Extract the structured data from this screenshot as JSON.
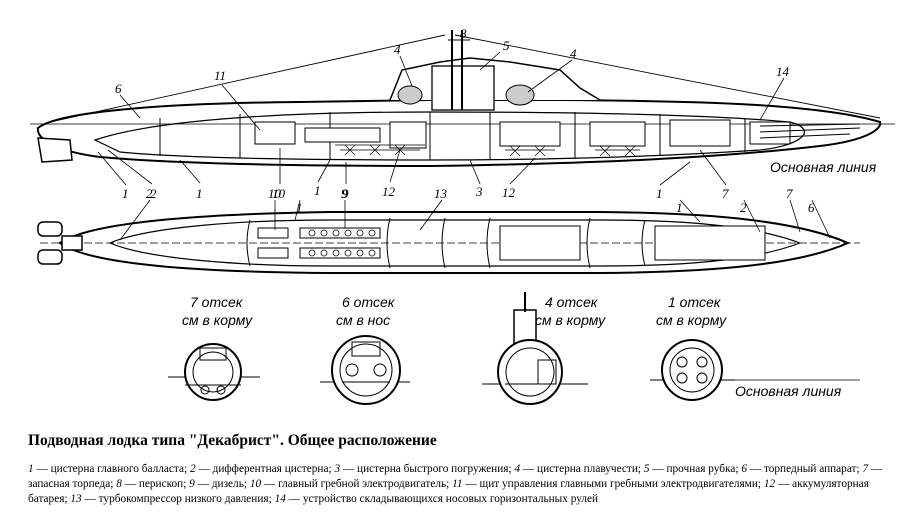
{
  "caption": "Подводная лодка типа \"Декабрист\". Общее расположение",
  "baseline_label_top": "Основная линия",
  "baseline_label_bottom": "Основная линия",
  "side_view_numbers": [
    "6",
    "11",
    "4",
    "8",
    "5",
    "4",
    "14",
    "1",
    "2",
    "1",
    "10",
    "1",
    "9",
    "12",
    "3",
    "12",
    "1",
    "7"
  ],
  "plan_view_numbers": [
    "2",
    "10",
    "1",
    "9",
    "13",
    "1",
    "2",
    "7",
    "6"
  ],
  "sections": [
    {
      "line1": "7 отсек",
      "line2": "см в корму"
    },
    {
      "line1": "6 отсек",
      "line2": "см в нос"
    },
    {
      "line1": "4 отсек",
      "line2": "см в корму"
    },
    {
      "line1": "1 отсек",
      "line2": "см в корму"
    }
  ],
  "legend": [
    {
      "num": "1",
      "text": "цистерна главного балласта;"
    },
    {
      "num": "2",
      "text": "дифферентная цистерна;"
    },
    {
      "num": "3",
      "text": "цистерна быстрого погружения;"
    },
    {
      "num": "4",
      "text": "цистерна плавучести;"
    },
    {
      "num": "5",
      "text": "прочная рубка;"
    },
    {
      "num": "6",
      "text": "торпедный аппарат;"
    },
    {
      "num": "7",
      "text": "запасная торпеда;"
    },
    {
      "num": "8",
      "text": "перископ;"
    },
    {
      "num": "9",
      "text": "дизель;"
    },
    {
      "num": "10",
      "text": "главный гребной электродвигатель;"
    },
    {
      "num": "11",
      "text": "щит управления главными гребными электродвигателями;"
    },
    {
      "num": "12",
      "text": "аккумуляторная батарея;"
    },
    {
      "num": "13",
      "text": "турбокомпрессор низкого давления;"
    },
    {
      "num": "14",
      "text": "устройство складывающихся носовых горизонтальных рулей"
    }
  ]
}
